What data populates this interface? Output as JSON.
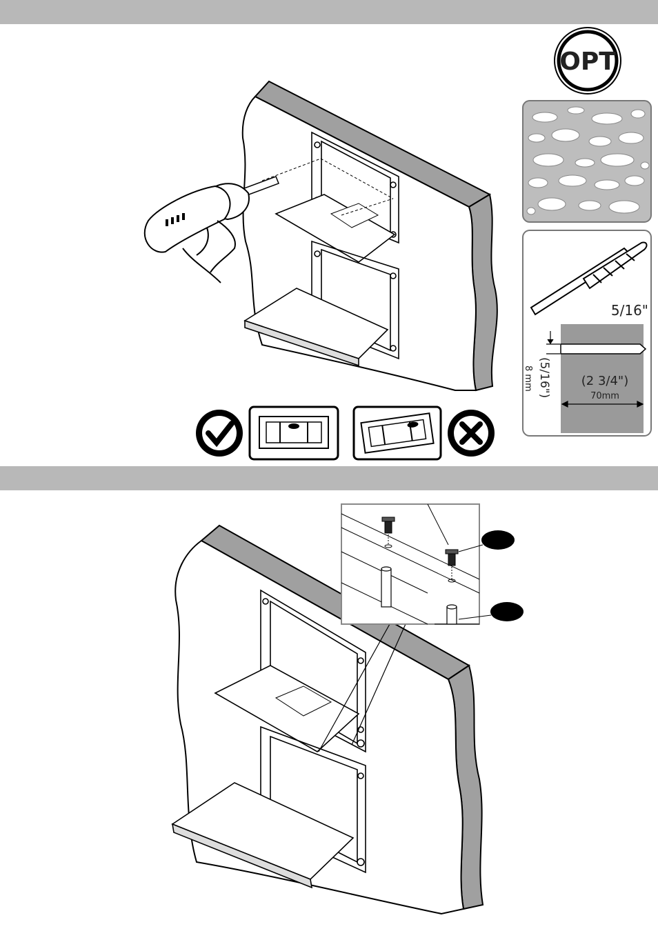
{
  "badge": {
    "label": "OPT"
  },
  "drill_bit": {
    "size_label": "5/16\""
  },
  "hole_spec": {
    "diameter_label": "(5/16\")",
    "diameter_mm": "8 mm",
    "depth_label": "(2 3/4\")",
    "depth_mm": "70mm"
  },
  "colors": {
    "band": "#b8b8b8",
    "wall_edge": "#a0a0a0",
    "panel_bg": "#bdbdbd",
    "hole_bg": "#9a9a9a"
  }
}
